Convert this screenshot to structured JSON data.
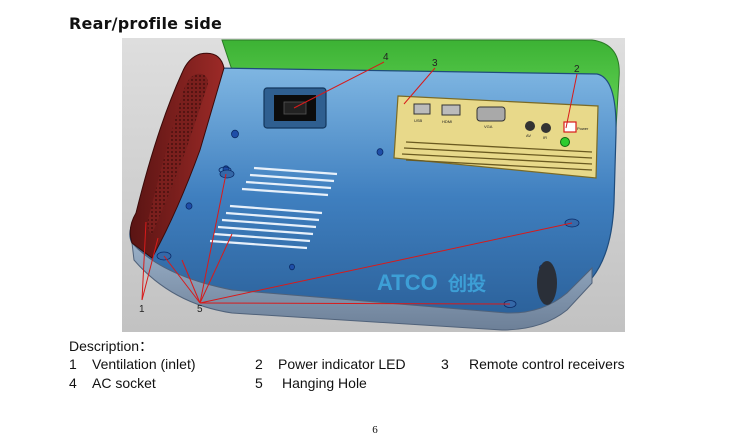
{
  "heading": "Rear/profile side",
  "figure": {
    "callouts": [
      "1",
      "2",
      "3",
      "4",
      "5"
    ],
    "port_labels": [
      "USB",
      "HDMI",
      "VGA",
      "AV",
      "IR",
      "Power"
    ],
    "logo": {
      "text": "ATCO",
      "chinese": "创投"
    }
  },
  "description": {
    "title": "Description：",
    "items": [
      {
        "num": "1",
        "label": "Ventilation (inlet)"
      },
      {
        "num": "2",
        "label": "Power indicator LED"
      },
      {
        "num": "3",
        "label": "Remote control receivers"
      },
      {
        "num": "4",
        "label": "AC socket"
      },
      {
        "num": "5",
        "label": "Hanging Hole"
      }
    ]
  },
  "page_number": "6",
  "colors": {
    "body_blue": "#3f7fbf",
    "top_green": "#45c23e",
    "panel_yellow": "#e8d98a",
    "leader_red": "#d81a1a",
    "vent_red": "#8a2322",
    "backdrop": "#c9c9c9"
  }
}
